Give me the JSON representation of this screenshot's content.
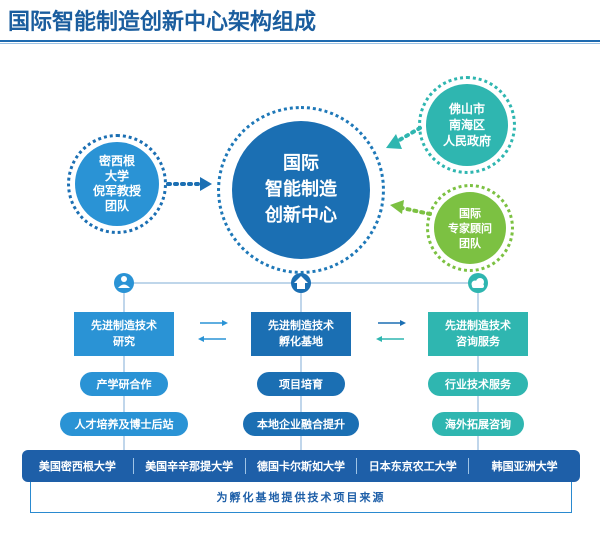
{
  "title": "国际智能制造创新中心架构组成",
  "center": {
    "line1": "国际",
    "line2": "智能制造",
    "line3": "创新中心"
  },
  "left_node": {
    "line1": "密西根",
    "line2": "大学",
    "line3": "倪军教授",
    "line4": "团队"
  },
  "right_top_node": {
    "line1": "佛山市",
    "line2": "南海区",
    "line3": "人民政府"
  },
  "right_bottom_node": {
    "line1": "国际",
    "line2": "专家顾问",
    "line3": "团队"
  },
  "columns": [
    {
      "box_line1": "先进制造技术",
      "box_line2": "研究",
      "pill1": "产学研合作",
      "pill2": "人才培养及博士后站"
    },
    {
      "box_line1": "先进制造技术",
      "box_line2": "孵化基地",
      "pill1": "项目培育",
      "pill2": "本地企业融合提升"
    },
    {
      "box_line1": "先进制造技术",
      "box_line2": "咨询服务",
      "pill1": "行业技术服务",
      "pill2": "海外拓展咨询"
    }
  ],
  "universities": [
    "美国密西根大学",
    "美国辛辛那提大学",
    "德国卡尔斯如大学",
    "日本东京农工大学",
    "韩国亚洲大学"
  ],
  "footer": "为孵化基地提供技术项目来源",
  "colors": {
    "navy": "#1b6fb3",
    "blue": "#2a93d5",
    "teal": "#2fb6b0",
    "green": "#7cc142",
    "bar": "#1e5fa8"
  },
  "icons": [
    "person-icon",
    "home-icon",
    "cloud-icon"
  ]
}
